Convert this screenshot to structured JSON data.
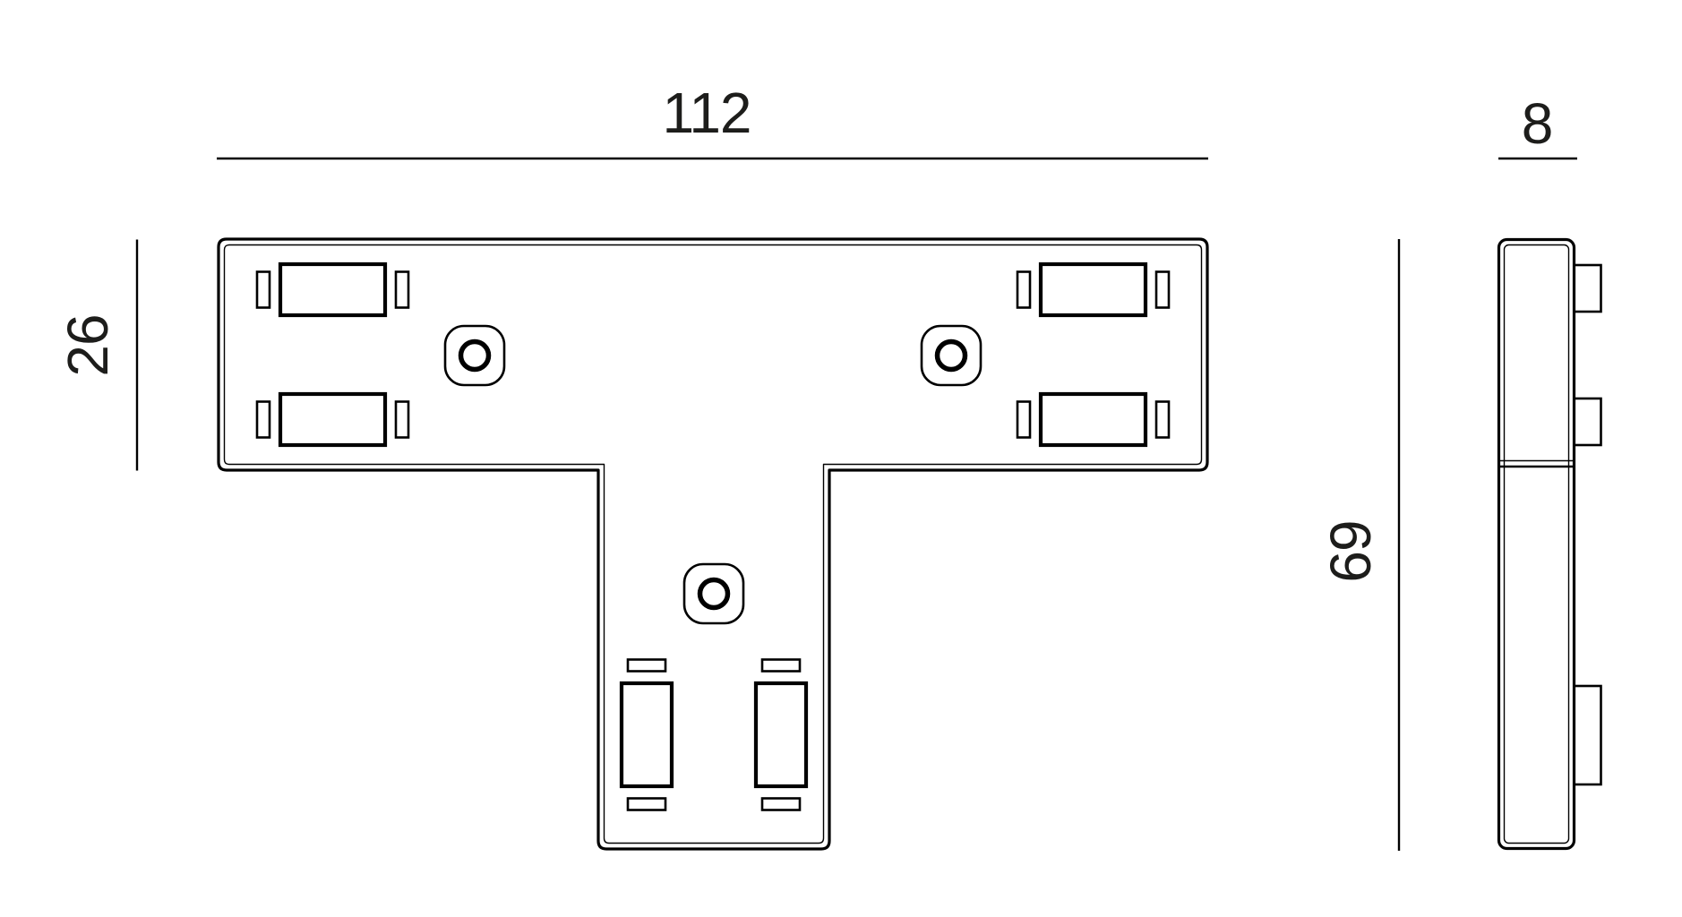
{
  "drawing": {
    "type": "technical-dimension-drawing",
    "part": "t-shaped-connector-plate",
    "background_color": "#ffffff",
    "line_color": "#000000",
    "text_color": "#1d1d1b",
    "views": {
      "front_view": {
        "shape": "T",
        "features": [
          "4 latch slot groups in top bar",
          "2 latch slot groups in stem",
          "3 screw holes"
        ]
      },
      "side_view": {
        "shape": "narrow profile with 3 latch tabs",
        "features": [
          "2 small tabs upper section",
          "1 tall tab lower section",
          "split line between bar and stem"
        ]
      }
    },
    "dimensions": {
      "front_width": "112",
      "front_bar_height": "26",
      "side_thickness": "8",
      "side_height": "69"
    }
  }
}
